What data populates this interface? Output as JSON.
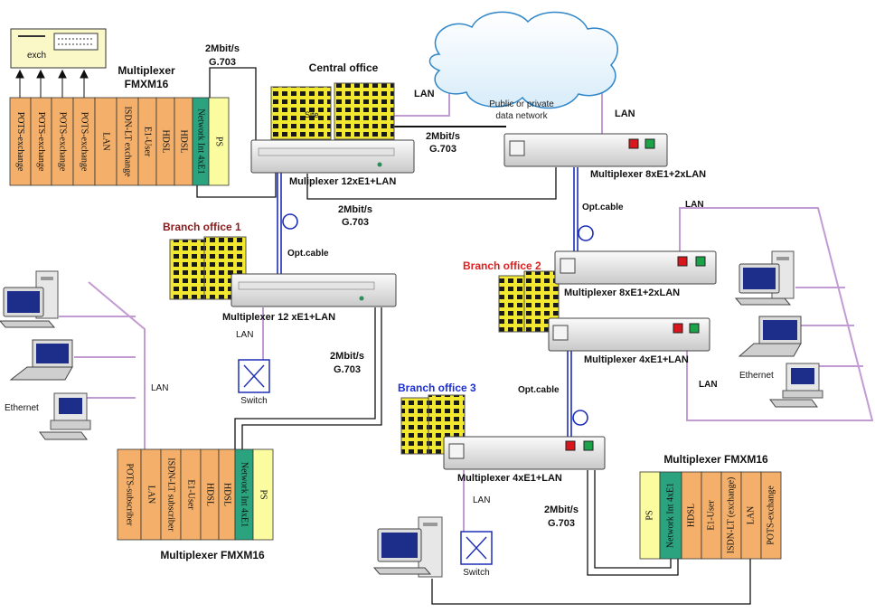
{
  "colors": {
    "card": "#f4b06a",
    "card_green": "#2aa37e",
    "card_yellow": "#fbfba0",
    "lan_line": "#c39bd3",
    "opt_cable": "#1d2fb8",
    "branch1": "#8b1a1a",
    "branch2": "#e02020",
    "branch3": "#1d2fd8",
    "building": "#f2e830"
  },
  "top_left": {
    "exchange_label": "exch",
    "mux_title_line1": "Multiplexer",
    "mux_title_line2": "FMXM16",
    "cards": [
      "POTS-exchange",
      "POTS-exchange",
      "POTS-exchange",
      "POTS-exchange",
      "LAN",
      "ISDN-LT exchange",
      "E1-User",
      "HDSL",
      "HDSL",
      "Network Int 4xE1",
      "PS"
    ]
  },
  "central": {
    "title": "Central office",
    "link_rate": "2Mbit/s",
    "link_std": "G.703",
    "mux_label": "Muliplexer 12xE1+LAN",
    "building_text": "Site"
  },
  "cloud": {
    "line1": "Public or private",
    "line2": "data network",
    "lan_left": "LAN",
    "lan_right": "LAN"
  },
  "mid_link": {
    "rate": "2Mbit/s",
    "std": "G.703"
  },
  "mux_8x_top": {
    "label": "Multiplexer 8xE1+2xLAN",
    "opt": "Opt.cable"
  },
  "central_down": {
    "rate": "2Mbit/s",
    "std": "G.703",
    "opt": "Opt.cable"
  },
  "branch1": {
    "title": "Branch office 1",
    "mux_label": "Multiplexer 12 xE1+LAN",
    "lan": "LAN",
    "switch": "Switch",
    "link_rate": "2Mbit/s",
    "link_std": "G.703"
  },
  "left_pcs": {
    "lan": "LAN",
    "ethernet": "Ethernet"
  },
  "branch2": {
    "title": "Branch office 2",
    "mux1_label": "Multiplexer 8xE1+2xLAN",
    "mux2_label": "Multiplexer 4xE1+LAN",
    "lan_top": "LAN",
    "lan_bottom": "LAN",
    "opt": "Opt.cable",
    "ethernet": "Ethernet"
  },
  "branch3": {
    "title": "Branch office 3",
    "mux_label": "Multiplexer 4xE1+LAN",
    "lan": "LAN",
    "switch": "Switch",
    "link_rate": "2Mbit/s",
    "link_std": "G.703"
  },
  "bottom_left_mux": {
    "title": "Multiplexer FMXM16",
    "cards": [
      "POTS-subscriber",
      "LAN",
      "ISDN-LT subscriber",
      "E1-User",
      "HDSL",
      "HDSL",
      "Network Int 4xE1",
      "PS"
    ]
  },
  "bottom_right_mux": {
    "title": "Multiplexer FMXM16",
    "cards": [
      "PS",
      "Network Int 4xE1",
      "HDSL",
      "E1-User",
      "ISDN-LT (exchange)",
      "LAN",
      "POTS-exchange"
    ]
  }
}
